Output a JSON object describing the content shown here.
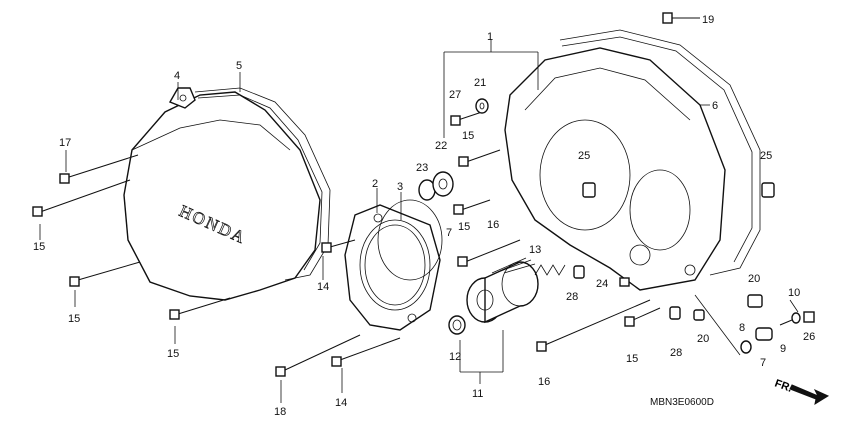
{
  "diagram": {
    "code": "MBN3E0600D",
    "direction_label": "FR.",
    "callouts": {
      "c1": "1",
      "c2": "2",
      "c3": "3",
      "c4": "4",
      "c5": "5",
      "c6": "6",
      "c7a": "7",
      "c7b": "7",
      "c8": "8",
      "c9": "9",
      "c10": "10",
      "c11": "11",
      "c12": "12",
      "c13": "13",
      "c14a": "14",
      "c14b": "14",
      "c15a": "15",
      "c15b": "15",
      "c15c": "15",
      "c15d": "15",
      "c15e": "15",
      "c16a": "16",
      "c16b": "16",
      "c17": "17",
      "c18": "18",
      "c19": "19",
      "c20a": "20",
      "c20b": "20",
      "c21": "21",
      "c22": "22",
      "c23": "23",
      "c24": "24",
      "c25a": "25",
      "c25b": "25",
      "c26": "26",
      "c27": "27",
      "c28a": "28",
      "c28b": "28"
    },
    "brand_logo": "HONDA"
  }
}
